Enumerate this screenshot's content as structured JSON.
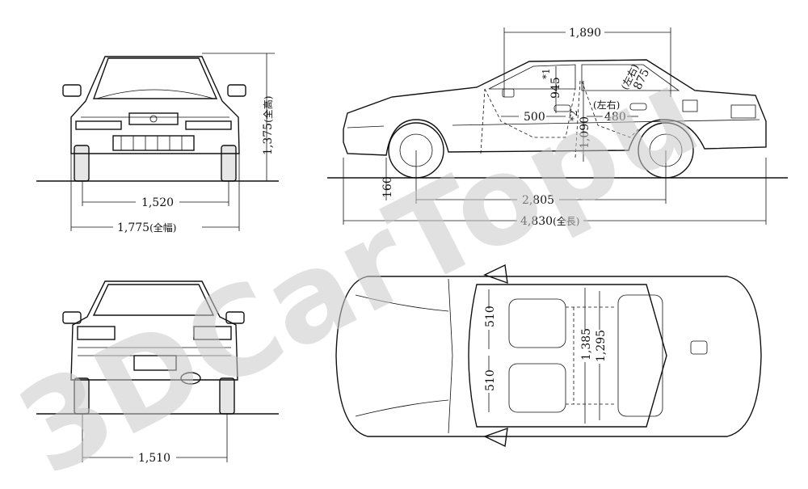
{
  "watermark": "3DCarTopu",
  "dimensions": {
    "height_total": "1,375",
    "height_suffix": "(全高)",
    "front_track": "1,520",
    "overall_width": "1,775",
    "width_suffix": "(全幅)",
    "rear_track": "1,510",
    "roof_length": "1,890",
    "ground_clearance": "160",
    "wheelbase": "2,805",
    "overall_length": "4,830",
    "length_suffix": "(全長)",
    "front_headroom_mark": "*1",
    "front_headroom": "945",
    "rear_headroom_mark": "*2",
    "rear_headroom": "1,090",
    "left_right_label_1": "(左右)",
    "rear_seat_height": "875",
    "front_seat_depth": "500",
    "left_right_label_2": "(左右)",
    "rear_seat_depth": "480",
    "seat_width_top": "510",
    "seat_width_bottom": "510",
    "front_shoulder": "1,385",
    "rear_shoulder": "1,295"
  }
}
